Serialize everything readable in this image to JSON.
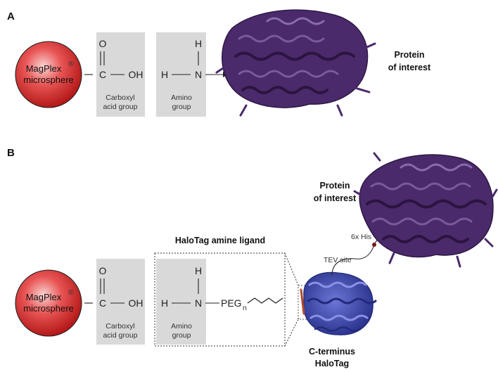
{
  "panels": {
    "a": {
      "label": "A",
      "bead": {
        "line1": "MagPlex",
        "reg": "®",
        "line2": "microsphere"
      },
      "carboxyl": {
        "o": "O",
        "c": "C",
        "oh": "OH",
        "line1": "Carboxyl",
        "line2": "acid group"
      },
      "amino": {
        "h_top": "H",
        "h_left": "H",
        "n": "N",
        "line1": "Amino",
        "line2": "group"
      },
      "protein": {
        "line1": "Protein",
        "line2": "of interest"
      }
    },
    "b": {
      "label": "B",
      "bead": {
        "line1": "MagPlex",
        "reg": "®",
        "line2": "microsphere"
      },
      "carboxyl": {
        "o": "O",
        "c": "C",
        "oh": "OH",
        "line1": "Carboxyl",
        "line2": "acid group"
      },
      "amino": {
        "h_top": "H",
        "h_left": "H",
        "n": "N",
        "line1": "Amino",
        "line2": "group"
      },
      "peg": "PEG",
      "peg_sub": "n",
      "ligand_title": "HaloTag amine ligand",
      "protein": {
        "line1": "Protein",
        "line2": "of interest"
      },
      "his_tag": "6x His",
      "tev_site": "TEV site",
      "halotag": {
        "line1": "C-terminus",
        "line2": "HaloTag"
      }
    }
  },
  "colors": {
    "bead": "#d42a2a",
    "bead_highlight": "#f7a8a8",
    "protein": "#4a2a6a",
    "halotag": "#3b46a8",
    "group_box": "#d9d9d9"
  }
}
